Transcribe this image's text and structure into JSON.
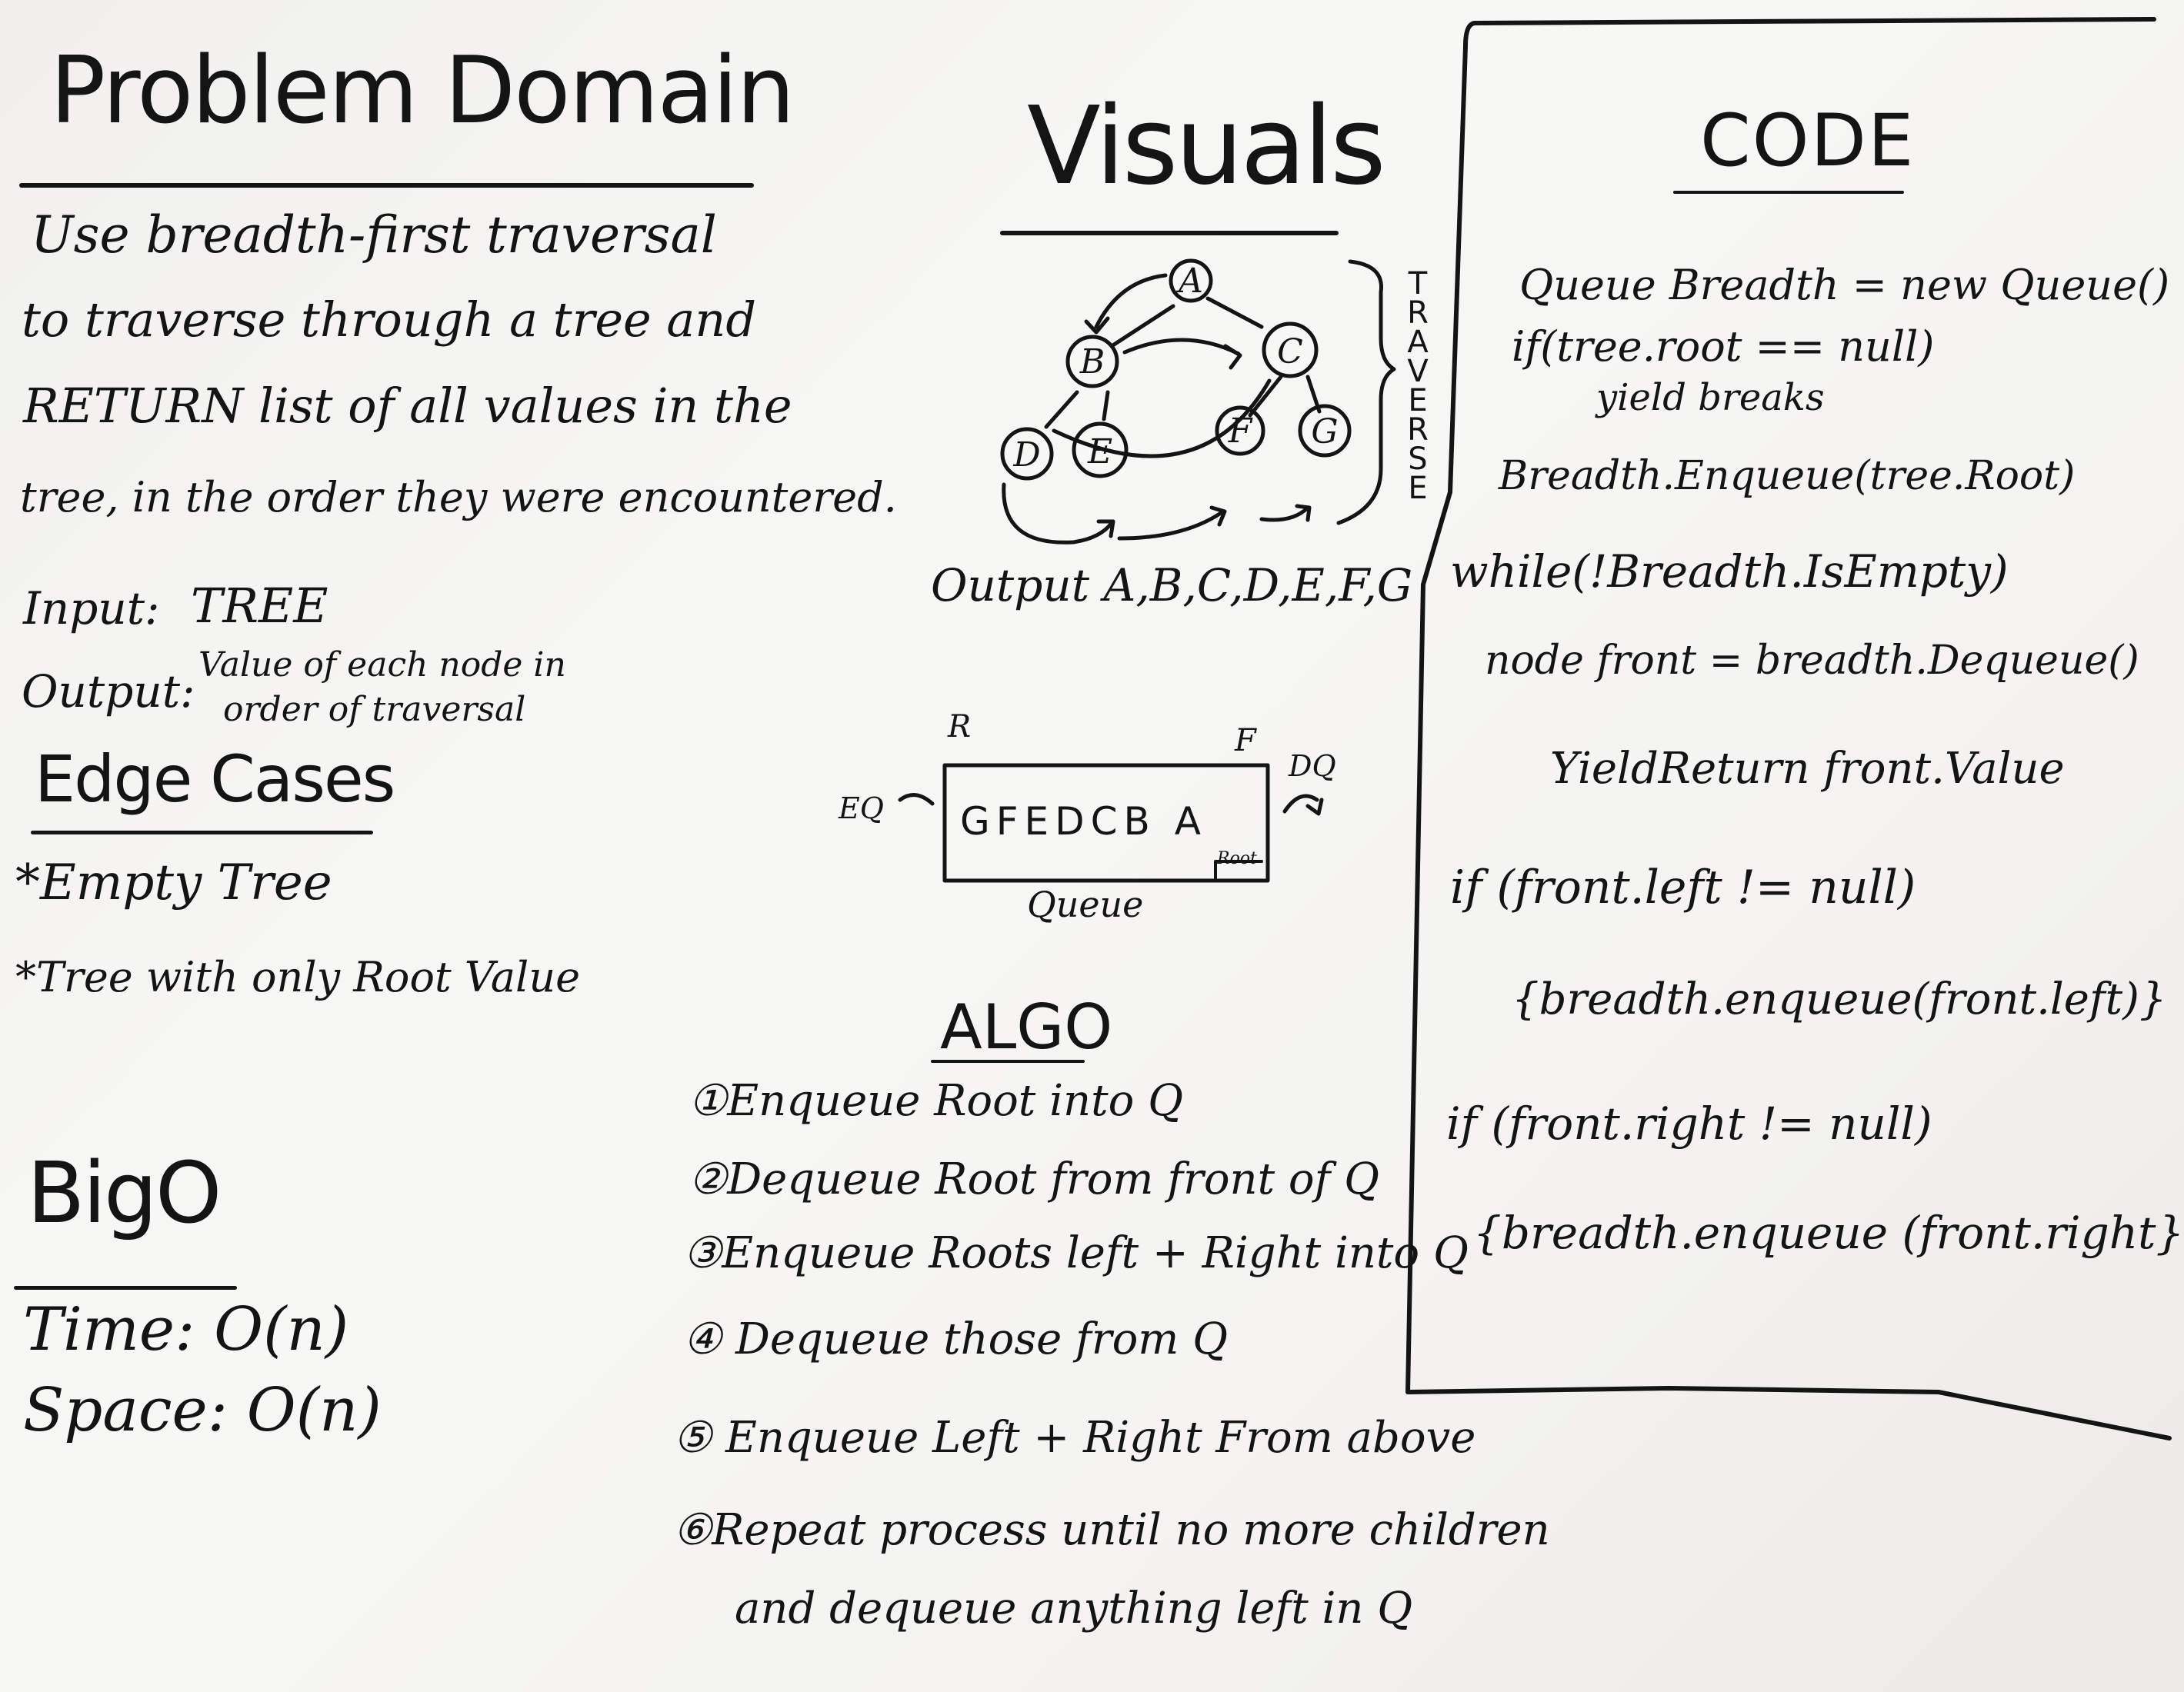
{
  "problem_domain": {
    "heading": "Problem Domain",
    "description_lines": [
      "Use breadth-first traversal",
      "to traverse through a tree and",
      "RETURN list of all values in the",
      "tree, in the order they were encountered."
    ],
    "input_label": "Input:",
    "input_value": "TREE",
    "output_label": "Output:",
    "output_value_lines": [
      "Value of each node in",
      "order of traversal"
    ]
  },
  "edge_cases": {
    "heading": "Edge Cases",
    "items": [
      "*Empty Tree",
      "*Tree with only Root Value"
    ]
  },
  "big_o": {
    "heading": "BigO",
    "time": "Time: O(n)",
    "space": "Space: O(n)"
  },
  "visuals": {
    "heading": "Visuals",
    "nodes": [
      "A",
      "B",
      "C",
      "D",
      "E",
      "F",
      "G"
    ],
    "traverse_label": "TRAVERSE",
    "output_line": "Output A,B,C,D,E,F,G",
    "queue": {
      "rear_mark": "R",
      "front_mark": "F",
      "enqueue_mark": "EQ",
      "dequeue_mark": "DQ",
      "contents": "GFEDCB A",
      "root_tag": "Root",
      "label": "Queue"
    }
  },
  "algo": {
    "heading": "ALGO",
    "steps": [
      "①Enqueue Root into Q",
      "②Dequeue Root from front of Q",
      "③Enqueue Roots left + Right into Q",
      "④ Dequeue those from Q",
      "⑤ Enqueue Left + Right From above",
      "⑥Repeat process until no more children",
      "and dequeue anything left in Q"
    ]
  },
  "code": {
    "heading": "CODE",
    "lines": [
      "Queue Breadth = new Queue()",
      "if(tree.root == null)",
      "yield breaks",
      "Breadth.Enqueue(tree.Root)",
      "while(!Breadth.IsEmpty)",
      "node front = breadth.Dequeue()",
      "YieldReturn front.Value",
      "if (front.left != null)",
      "{breadth.enqueue(front.left)}",
      "if (front.right != null)",
      "{breadth.enqueue (front.right}"
    ]
  }
}
